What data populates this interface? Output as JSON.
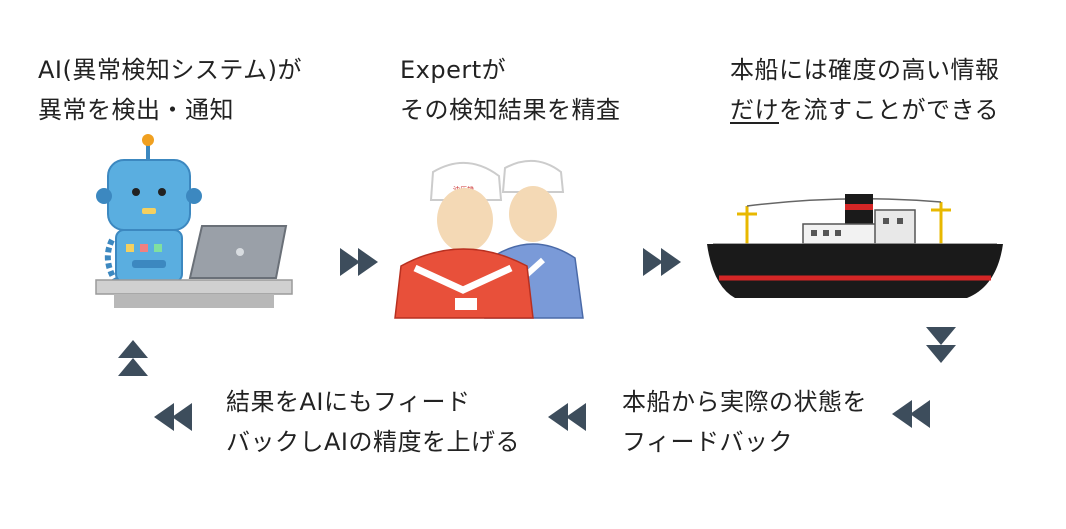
{
  "steps": {
    "ai": {
      "line1": "AI(異常検知システム)が",
      "line2": "異常を検出・通知"
    },
    "expert": {
      "line1": "Expertが",
      "line2": "その検知結果を精査"
    },
    "ship": {
      "line1": "本船には確度の高い情報",
      "line2_underlined": "だけ",
      "line2_rest": "を流すことができる",
      "helmet_text": "油圧機"
    },
    "feedback_ship": {
      "line1": "本船から実際の状態を",
      "line2": "フィードバック"
    },
    "feedback_ai": {
      "line1": "結果をAIにもフィード",
      "line2": "バックしAIの精度を上げる"
    }
  },
  "colors": {
    "arrow": "#3d4d5c",
    "robot_blue": "#5aaee0",
    "robot_dark": "#3c88c0",
    "laptop": "#9aa0a8",
    "expert_orange": "#e8503a",
    "expert_blue": "#7a9ad8",
    "skin": "#f4d9b5",
    "ship_hull": "#1a1a1a",
    "ship_red": "#d42626",
    "ship_mast": "#e8b800"
  }
}
